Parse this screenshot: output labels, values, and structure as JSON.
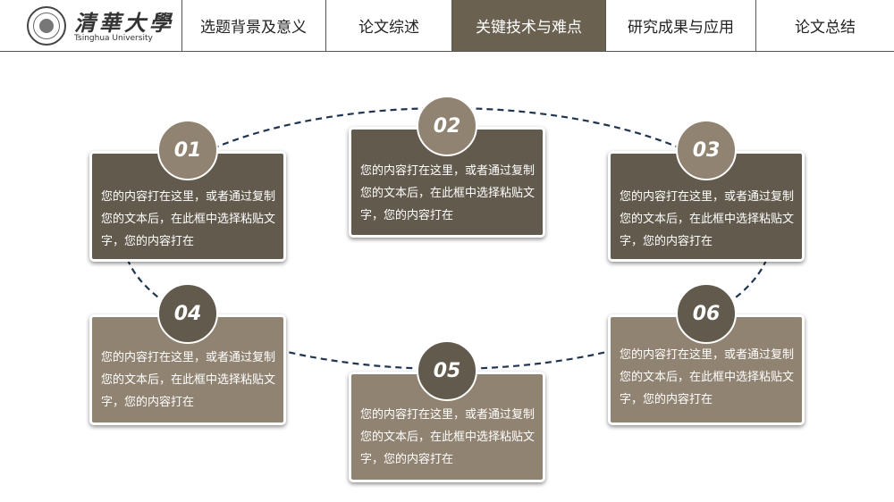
{
  "header": {
    "logo_cn": "清華大學",
    "logo_en": "Tsinghua University",
    "tabs": [
      {
        "label": "选题背景及意义"
      },
      {
        "label": "论文综述"
      },
      {
        "label": "关键技术与难点"
      },
      {
        "label": "研究成果与应用"
      },
      {
        "label": "论文总结"
      }
    ],
    "active_tab": "关键技术与难点"
  },
  "colors": {
    "accent_dark": "#625a4c",
    "accent_light": "#918371",
    "ring": "#1f3550"
  },
  "items": [
    {
      "number": "01",
      "text": "您的内容打在这里，或者通过复制您的文本后，在此框中选择粘贴文字，您的内容打在"
    },
    {
      "number": "02",
      "text": "您的内容打在这里，或者通过复制您的文本后，在此框中选择粘贴文字，您的内容打在"
    },
    {
      "number": "03",
      "text": "您的内容打在这里，或者通过复制您的文本后，在此框中选择粘贴文字，您的内容打在"
    },
    {
      "number": "04",
      "text": "您的内容打在这里，或者通过复制您的文本后，在此框中选择粘贴文字，您的内容打在"
    },
    {
      "number": "05",
      "text": "您的内容打在这里，或者通过复制您的文本后，在此框中选择粘贴文字，您的内容打在"
    },
    {
      "number": "06",
      "text": "您的内容打在这里，或者通过复制您的文本后，在此框中选择粘贴文字，您的内容打在"
    }
  ]
}
